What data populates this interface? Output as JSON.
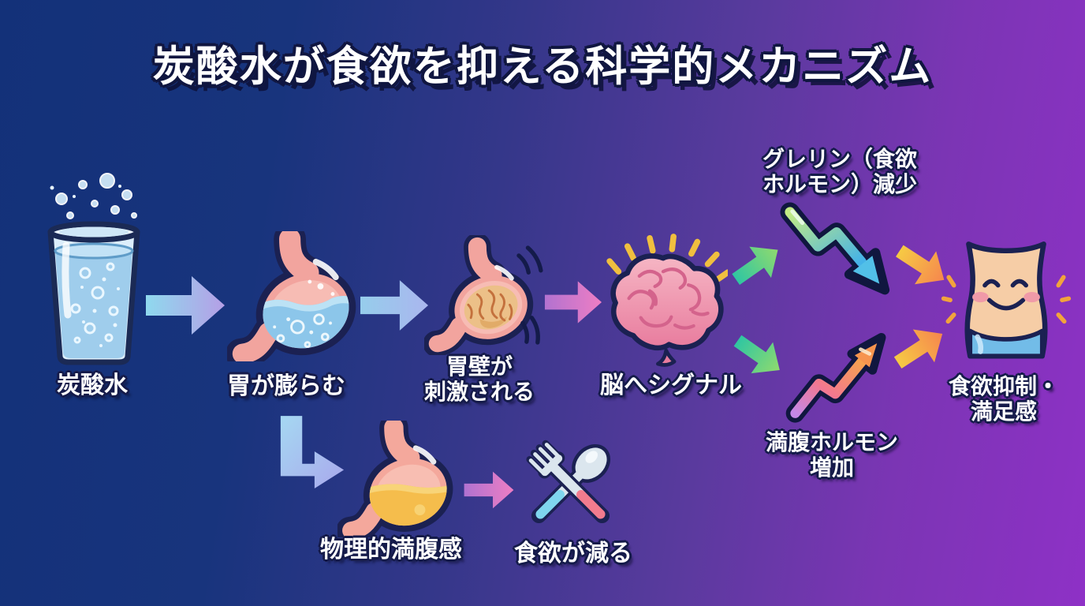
{
  "title": "炭酸水が食欲を抑える科学的メカニズム",
  "flow": {
    "soda": {
      "label": "炭酸水",
      "icon": "sparkling-water-glass-icon"
    },
    "stomach_expand": {
      "label": "胃が膨らむ",
      "icon": "stomach-water-icon"
    },
    "stomach_wall": {
      "line1": "胃壁が",
      "line2": "刺激される",
      "icon": "stomach-stimulated-icon"
    },
    "brain": {
      "label": "脳へシグナル",
      "icon": "brain-icon"
    },
    "ghrelin": {
      "line1": "グレリン（食欲",
      "line2": "ホルモン）減少",
      "icon": "decrease-zigzag-arrow-icon"
    },
    "satiety": {
      "line1": "満腹ホルモン",
      "line2": "増加",
      "icon": "increase-zigzag-arrow-icon"
    },
    "result": {
      "line1": "食欲抑制・",
      "line2": "満足感",
      "icon": "happy-belly-icon"
    },
    "physical": {
      "label": "物理的満腹感",
      "icon": "stomach-full-icon"
    },
    "less_appetite": {
      "label": "食欲が減る",
      "icon": "fork-spoon-icon"
    }
  },
  "colors": {
    "background_left": "#143278",
    "background_right": "#8e31c6",
    "label_text": "#ffffff",
    "label_outline": "#151b4a",
    "arrow_cyan_purple": [
      "#8fd9ee",
      "#b59fe6"
    ],
    "arrow_purple_pink": [
      "#b072d0",
      "#ee7ec4"
    ],
    "arrow_green": [
      "#2fc6a2",
      "#90da6e"
    ],
    "arrow_orange": [
      "#f6ca44",
      "#f6864e"
    ],
    "decrease_arrow": [
      "#c2ea84",
      "#44b2e8"
    ],
    "increase_arrow": [
      "#c488e8",
      "#f27890",
      "#f6a24e"
    ]
  }
}
